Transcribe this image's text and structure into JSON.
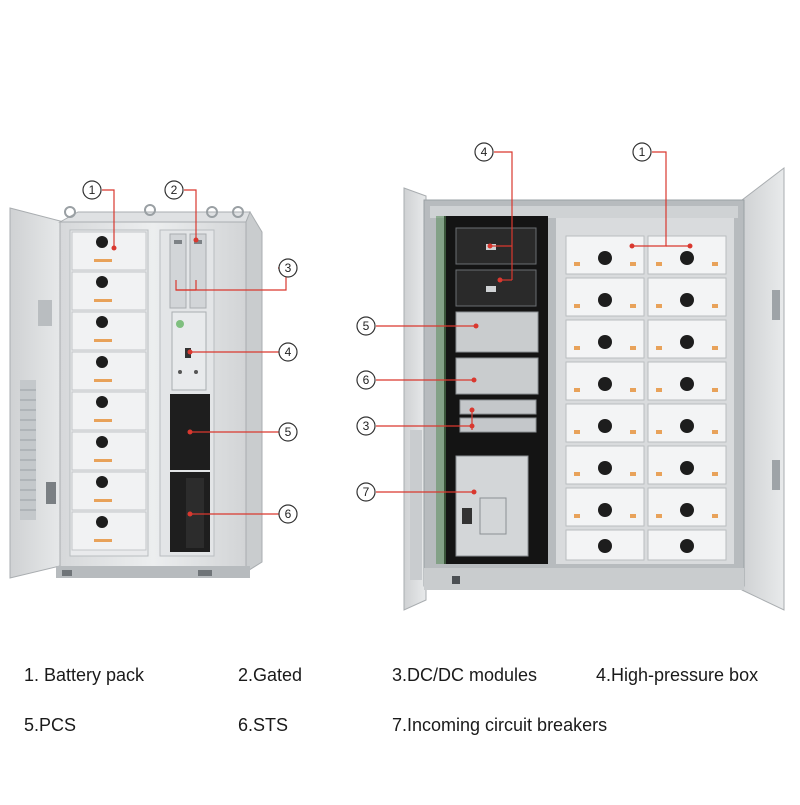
{
  "left_callouts": [
    "1",
    "2",
    "3",
    "4",
    "5",
    "6"
  ],
  "right_callouts": [
    "4",
    "1",
    "5",
    "6",
    "3",
    "7"
  ],
  "legend": [
    "1. Battery pack",
    "2.Gated",
    "3.DC/DC modules",
    "4.High-pressure box",
    "5.PCS",
    "6.STS",
    "7.Incoming circuit breakers"
  ],
  "colors": {
    "callout_line": "#d9382f",
    "cabinet": "#e4e6e8",
    "dark_module": "#1e1e1e"
  }
}
